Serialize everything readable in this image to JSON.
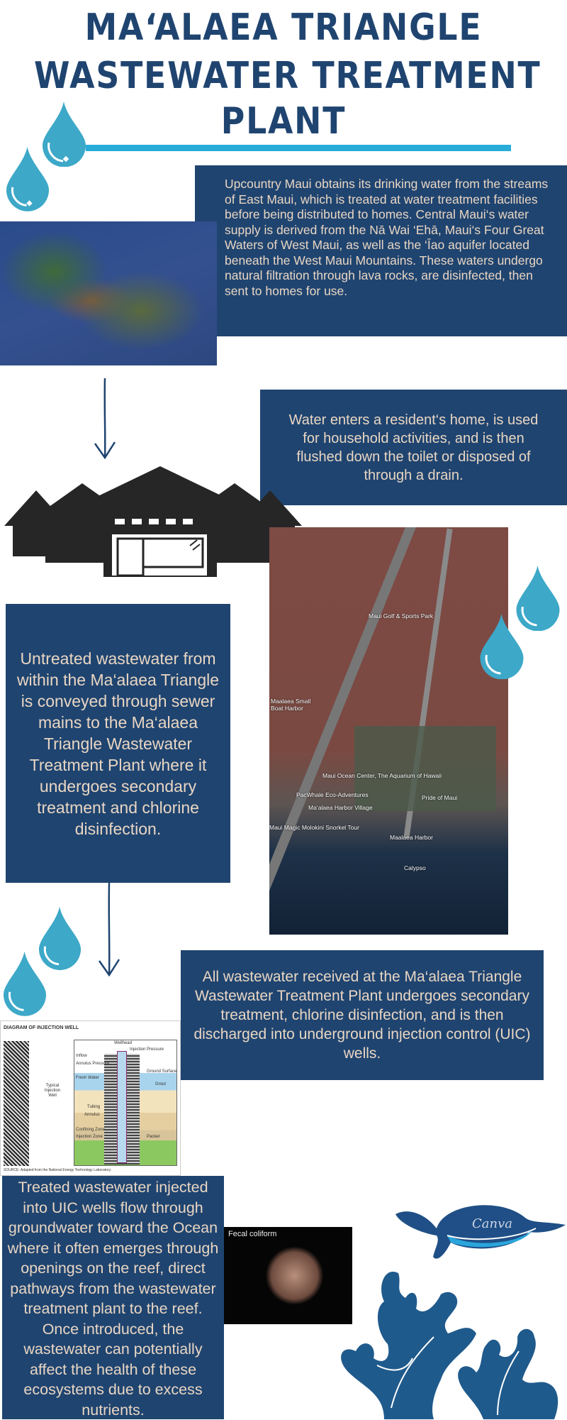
{
  "title": {
    "line1": "MA‘ALAEA TRIANGLE",
    "line2": "WASTEWATER TREATMENT",
    "line3": "PLANT"
  },
  "colors": {
    "navy": "#1f4470",
    "drop": "#3da8c8",
    "text_beige": "#e9d6c3",
    "bar": "#29acd8"
  },
  "sections": {
    "drinking_water": "Upcountry Maui obtains its drinking water from the streams of East Maui, which is treated at water treatment facilities before being distributed to homes. Central Maui‘s water supply is derived from the Nā Wai ‘Ehā, Maui‘s Four Great Waters of West Maui, as well as the ‘Īao aquifer located beneath the West Maui Mountains. These waters undergo natural filtration through lava rocks, are disinfected, then sent to homes for use.",
    "home_use": "Water enters a resident‘s home, is used for household activities, and is then flushed down the toilet or disposed of through a drain.",
    "untreated": "Untreated wastewater from within the Ma‘alaea Triangle is conveyed through sewer mains to the Ma‘alaea Triangle Wastewater Treatment Plant where it undergoes secondary treatment and chlorine disinfection.",
    "treatment": "All wastewater received at the Ma‘alaea Triangle Wastewater Treatment Plant undergoes secondary treatment, chlorine disinfection, and is then discharged into underground injection control (UIC) wells.",
    "reef": "Treated wastewater injected into UIC wells flow through groundwater toward the Ocean where it often emerges through openings on the reef, direct pathways from the wastewater treatment plant to the reef. Once introduced, the wastewater can potentially affect the health of these ecosystems due to excess nutrients."
  },
  "aerial_labels": {
    "golf": "Maui Golf & Sports Park",
    "small_boat": "Maalaea Small Boat Harbor",
    "ocean_center": "Maui Ocean Center, The Aquarium of Hawaii",
    "pacwhale": "PacWhale Eco-Adventures",
    "village": "Ma‘alaea Harbor Village",
    "pride": "Pride of Maui",
    "magic": "Maui Magic Molokini Snorkel Tour",
    "harbor": "Maalaea Harbor",
    "calypso": "Calypso"
  },
  "diagram": {
    "title": "DIAGRAM OF INJECTION WELL",
    "wellhead": "Wellhead",
    "injection_pressure": "Injection Pressure",
    "inflow": "Inflow",
    "annulus_pressure": "Annulus Pressure",
    "ground_surface": "Ground Surface",
    "fresh_water": "Fresh Water",
    "grout": "Grout",
    "typical": "Typical Injection Well",
    "tubing": "Tubing",
    "annulus": "Annulus",
    "confining": "Confining Zone",
    "injection_zone": "Injection Zone",
    "packer": "Packer",
    "source": "SOURCE: Adapted from the National Energy Technology Laboratory."
  },
  "fecal_label": "Fecal coliform",
  "watermark": "Canva"
}
